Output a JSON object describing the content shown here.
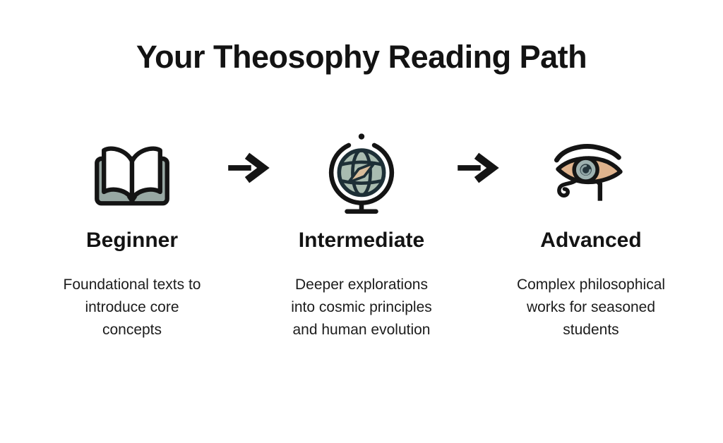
{
  "title": "Your Theosophy Reading Path",
  "stages": [
    {
      "label": "Beginner",
      "icon": "open-book-icon",
      "description": "Foundational texts to introduce core concepts",
      "description_lines": [
        "Foundational texts to",
        "introduce core",
        "concepts"
      ]
    },
    {
      "label": "Intermediate",
      "icon": "globe-compass-icon",
      "description": "Deeper explorations into cosmic principles and human evolution",
      "description_lines": [
        "Deeper explorations",
        "into cosmic principles",
        "and human evolution"
      ]
    },
    {
      "label": "Advanced",
      "icon": "eye-of-horus-icon",
      "description": "Complex philosophical works for seasoned students",
      "description_lines": [
        "Complex philosophical",
        "works for seasoned",
        "students"
      ]
    }
  ],
  "connectors": [
    {
      "icon": "arrow-right-icon"
    },
    {
      "icon": "arrow-right-icon"
    }
  ],
  "colors": {
    "background": "#ffffff",
    "ink": "#141414",
    "text": "#131313",
    "book_cover": "#98a8a3",
    "globe_sphere": "#a9bcb0",
    "globe_lines": "#1d2f36",
    "compass_needle": "#d9bd9a",
    "eye_sclera": "#dfb38d",
    "eye_iris": "#9eb1b0",
    "eye_pupil": "#24343b",
    "pupil_swirl": "#8fa3a4"
  }
}
